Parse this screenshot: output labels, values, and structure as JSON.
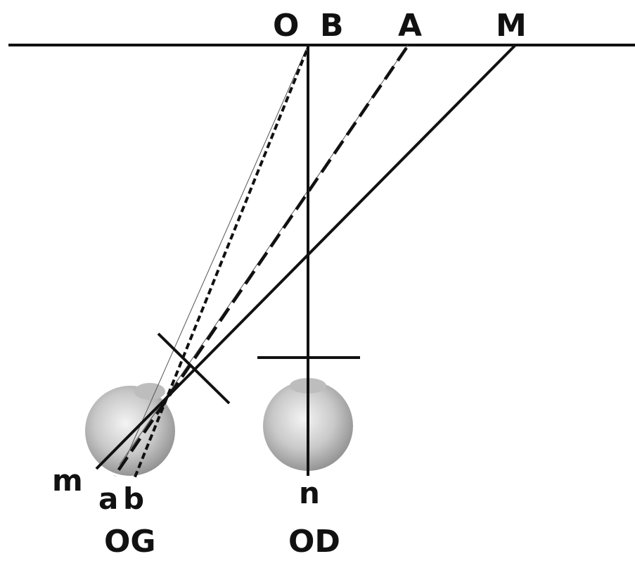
{
  "labels": {
    "O": "O",
    "B": "B",
    "A": "A",
    "M": "M",
    "m": "m",
    "a": "a",
    "b": "b",
    "n": "n",
    "OG": "OG",
    "OD": "OD"
  },
  "colors": {
    "ink": "#111111",
    "eye_light": "#f2f2f2",
    "eye_dark": "#8f8f8f"
  }
}
